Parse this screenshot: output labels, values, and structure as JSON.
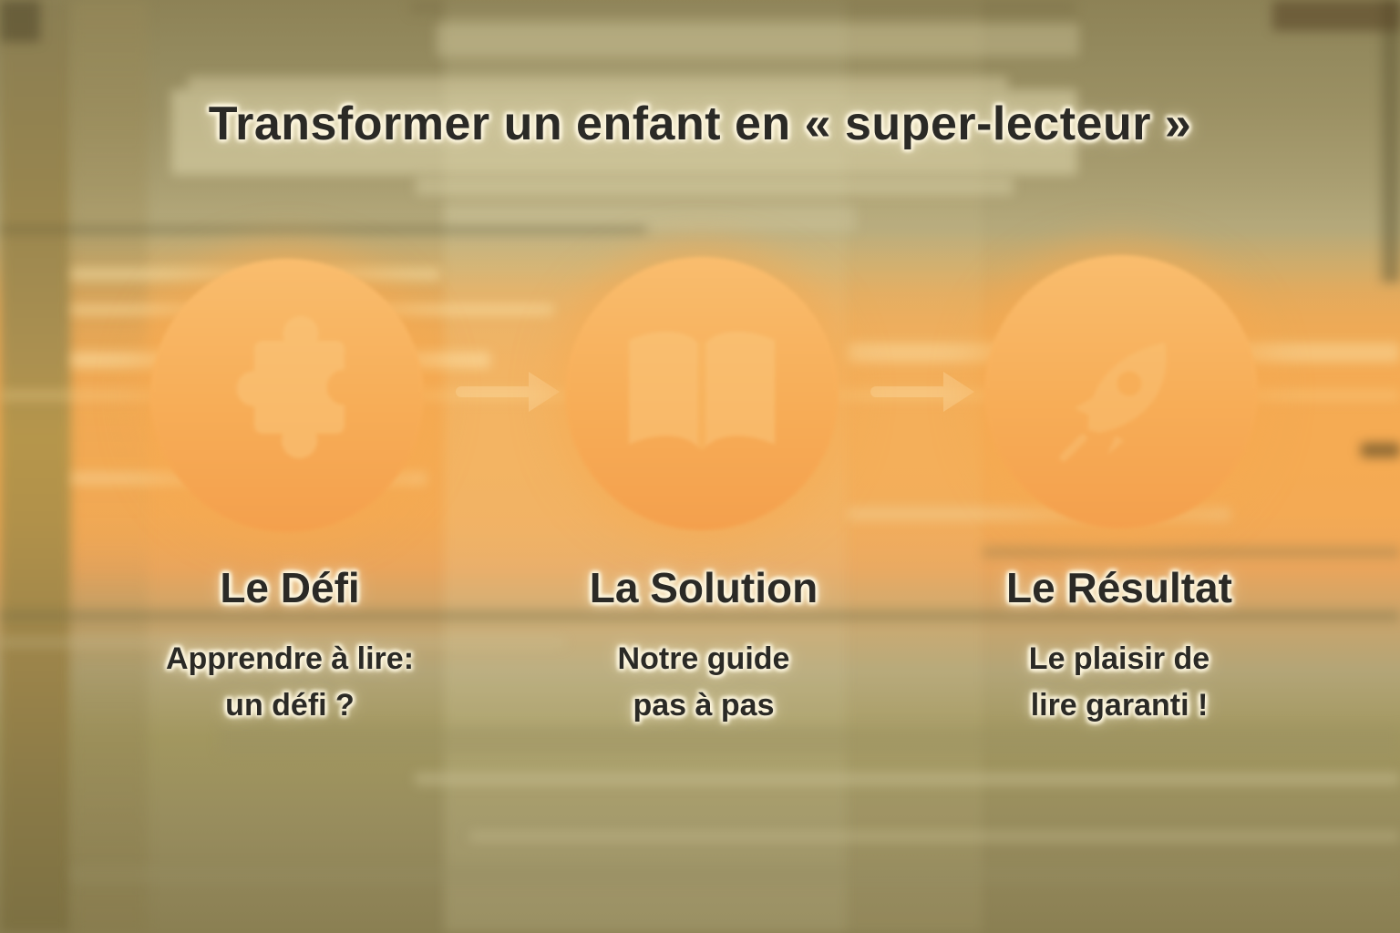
{
  "slide": {
    "title": "Transformer un enfant en « super-lecteur »",
    "steps": [
      {
        "heading": "Le Défi",
        "line1": "Apprendre à lire:",
        "line2": "un défi ?",
        "icon": "puzzle-icon"
      },
      {
        "heading": "La Solution",
        "line1": "Notre guide",
        "line2": "pas à pas",
        "icon": "open-book-icon"
      },
      {
        "heading": "Le Résultat",
        "line1": "Le plaisir de",
        "line2": "lire garanti !",
        "icon": "rocket-icon"
      }
    ],
    "colors": {
      "accent_orange": "#f5aa56",
      "circle_top": "#f9bd6e",
      "circle_bottom": "#f4a04d",
      "icon_tint": "#fbc87e",
      "background_olive": "#948a5e",
      "background_tan": "#b5ab80",
      "background_gold": "#b6964b",
      "text_dark": "#2b2a26",
      "halo_cream": "#fff8e1"
    }
  }
}
